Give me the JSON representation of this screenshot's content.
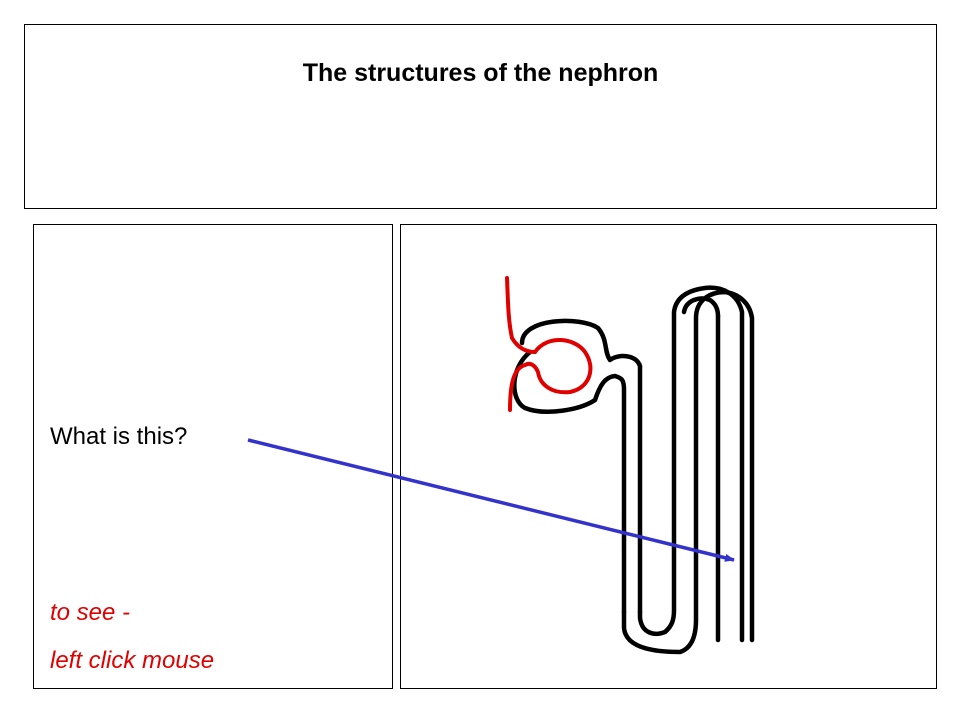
{
  "slide": {
    "title": "The structures of the nephron",
    "question": "What is this?",
    "hint_line_1": "to see -",
    "hint_line_2": "left click mouse"
  },
  "colors": {
    "tubule": "#000000",
    "capillary": "#e00000",
    "arrow": "#3333cc",
    "hint_text": "#e00000"
  },
  "icons": {
    "arrow": "arrow-icon"
  }
}
